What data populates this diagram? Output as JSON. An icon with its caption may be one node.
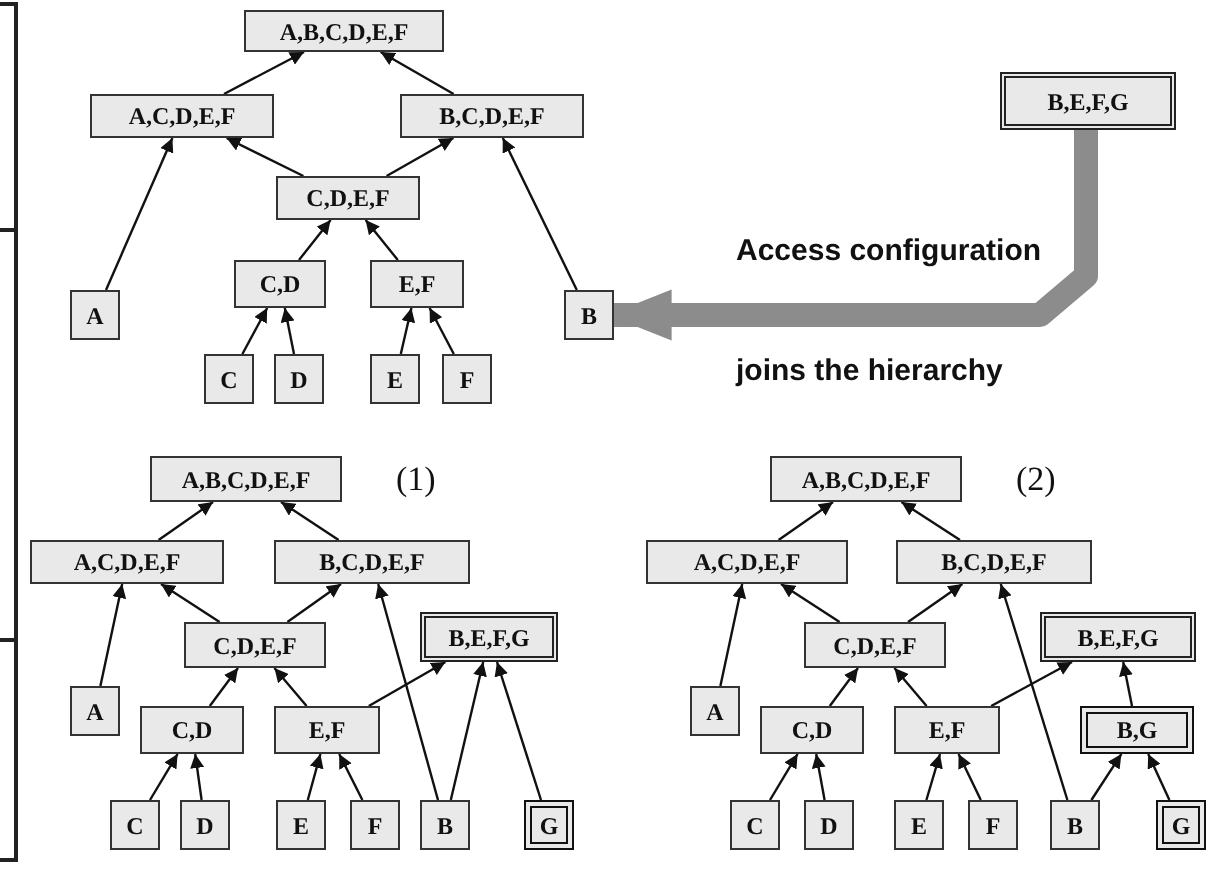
{
  "diagram": {
    "nodes": [
      {
        "text": [
          "A,B,C,D,E,F"
        ]
      },
      {
        "text": [
          "A,C,D,E,F"
        ]
      },
      {
        "text": [
          "B,C,D,E,F"
        ]
      },
      {
        "text": [
          "C,D,E,F"
        ]
      },
      {
        "text": [
          "A"
        ]
      },
      {
        "text": [
          "C,D"
        ]
      },
      {
        "text": [
          "E,F"
        ]
      },
      {
        "text": [
          "B"
        ]
      },
      {
        "text": [
          "C"
        ]
      },
      {
        "text": [
          "D"
        ]
      },
      {
        "text": [
          "E"
        ]
      },
      {
        "text": [
          "F"
        ]
      },
      {
        "text": [
          "B,E,F,G"
        ]
      },
      {
        "text": [
          "A,B,C,D,E,F"
        ]
      },
      {
        "text": [
          "A,C,D,E,F"
        ]
      },
      {
        "text": [
          "B,C,D,E,F"
        ]
      },
      {
        "text": [
          "C,D,E,F"
        ]
      },
      {
        "text": [
          "B,E,F,G"
        ]
      },
      {
        "text": [
          "A"
        ]
      },
      {
        "text": [
          "C,D"
        ]
      },
      {
        "text": [
          "E,F"
        ]
      },
      {
        "text": [
          "C"
        ]
      },
      {
        "text": [
          "D"
        ]
      },
      {
        "text": [
          "E"
        ]
      },
      {
        "text": [
          "F"
        ]
      },
      {
        "text": [
          "B"
        ]
      },
      {
        "text": [
          "G"
        ]
      },
      {
        "text": [
          "A,B,C,D,E,F"
        ]
      },
      {
        "text": [
          "A,C,D,E,F"
        ]
      },
      {
        "text": [
          "B,C,D,E,F"
        ]
      },
      {
        "text": [
          "C,D,E,F"
        ]
      },
      {
        "text": [
          "B,E,F,G"
        ]
      },
      {
        "text": [
          "A"
        ]
      },
      {
        "text": [
          "C,D"
        ]
      },
      {
        "text": [
          "E,F"
        ]
      },
      {
        "text": [
          "B,G"
        ]
      },
      {
        "text": [
          "C"
        ]
      },
      {
        "text": [
          "D"
        ]
      },
      {
        "text": [
          "E"
        ]
      },
      {
        "text": [
          "F"
        ]
      },
      {
        "text": [
          "B"
        ]
      },
      {
        "text": [
          "G"
        ]
      }
    ],
    "edges": [
      {
        "from": 1,
        "to": 0,
        "arrow": "to"
      },
      {
        "from": 2,
        "to": 0,
        "arrow": "to"
      },
      {
        "from": 3,
        "to": 1,
        "arrow": "to"
      },
      {
        "from": 3,
        "to": 2,
        "arrow": "to"
      },
      {
        "from": 4,
        "to": 1,
        "arrow": "to"
      },
      {
        "from": 7,
        "to": 2,
        "arrow": "to"
      },
      {
        "from": 5,
        "to": 3,
        "arrow": "to"
      },
      {
        "from": 6,
        "to": 3,
        "arrow": "to"
      },
      {
        "from": 8,
        "to": 5,
        "arrow": "to"
      },
      {
        "from": 9,
        "to": 5,
        "arrow": "to"
      },
      {
        "from": 10,
        "to": 6,
        "arrow": "to"
      },
      {
        "from": 11,
        "to": 6,
        "arrow": "to"
      },
      {
        "from": 12,
        "to": 7,
        "arrow": "to",
        "style": "thick",
        "color": "#8c8c8c"
      },
      {
        "from": 14,
        "to": 13,
        "arrow": "to"
      },
      {
        "from": 15,
        "to": 13,
        "arrow": "to"
      },
      {
        "from": 16,
        "to": 14,
        "arrow": "to"
      },
      {
        "from": 16,
        "to": 15,
        "arrow": "to"
      },
      {
        "from": 18,
        "to": 14,
        "arrow": "to"
      },
      {
        "from": 25,
        "to": 15,
        "arrow": "to"
      },
      {
        "from": 19,
        "to": 16,
        "arrow": "to"
      },
      {
        "from": 20,
        "to": 16,
        "arrow": "to"
      },
      {
        "from": 21,
        "to": 19,
        "arrow": "to"
      },
      {
        "from": 22,
        "to": 19,
        "arrow": "to"
      },
      {
        "from": 23,
        "to": 20,
        "arrow": "to"
      },
      {
        "from": 24,
        "to": 20,
        "arrow": "to"
      },
      {
        "from": 20,
        "to": 17,
        "arrow": "to"
      },
      {
        "from": 25,
        "to": 17,
        "arrow": "to"
      },
      {
        "from": 26,
        "to": 17,
        "arrow": "to"
      },
      {
        "from": 28,
        "to": 27,
        "arrow": "to"
      },
      {
        "from": 29,
        "to": 27,
        "arrow": "to"
      },
      {
        "from": 30,
        "to": 28,
        "arrow": "to"
      },
      {
        "from": 30,
        "to": 29,
        "arrow": "to"
      },
      {
        "from": 32,
        "to": 28,
        "arrow": "to"
      },
      {
        "from": 40,
        "to": 29,
        "arrow": "to"
      },
      {
        "from": 33,
        "to": 30,
        "arrow": "to"
      },
      {
        "from": 34,
        "to": 30,
        "arrow": "to"
      },
      {
        "from": 36,
        "to": 33,
        "arrow": "to"
      },
      {
        "from": 37,
        "to": 33,
        "arrow": "to"
      },
      {
        "from": 38,
        "to": 34,
        "arrow": "to"
      },
      {
        "from": 39,
        "to": 34,
        "arrow": "to"
      },
      {
        "from": 34,
        "to": 31,
        "arrow": "to"
      },
      {
        "from": 35,
        "to": 31,
        "arrow": "to"
      },
      {
        "from": 40,
        "to": 35,
        "arrow": "to"
      },
      {
        "from": 41,
        "to": 35,
        "arrow": "to"
      }
    ],
    "labels": [
      "Access configuration",
      "joins the hierarchy",
      "(1)",
      "(2)"
    ]
  }
}
